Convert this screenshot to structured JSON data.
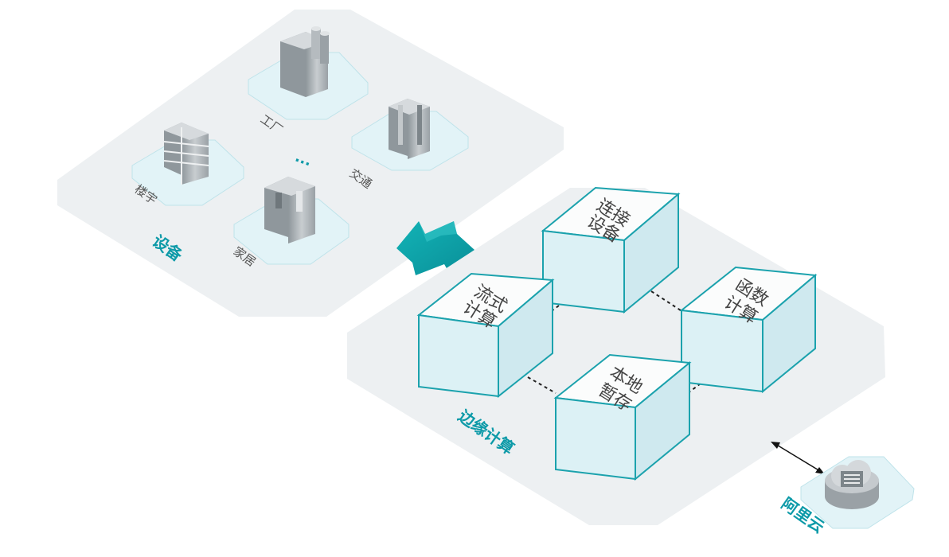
{
  "colors": {
    "platform": "#eceff1",
    "tile": "#dff1f6",
    "tile_stroke": "#7fc8d6",
    "teal": "#0fa4a8",
    "box_top": "#fafbfb",
    "box_side": "#dbf0f5",
    "box_stroke": "#1ba2ad",
    "building": "#a7aeb3"
  },
  "devices": {
    "title": "设备",
    "factory": "工厂",
    "traffic": "交通",
    "building": "楼宇",
    "home": "家居",
    "more": "···"
  },
  "edge": {
    "title": "边缘计算",
    "connect": [
      "连接",
      "设备"
    ],
    "function": [
      "函数",
      "计算"
    ],
    "stream": [
      "流式",
      "计算"
    ],
    "storage": [
      "本地",
      "暂存"
    ]
  },
  "cloud": {
    "title": "阿里云",
    "icon": "cloud-server-icon"
  }
}
